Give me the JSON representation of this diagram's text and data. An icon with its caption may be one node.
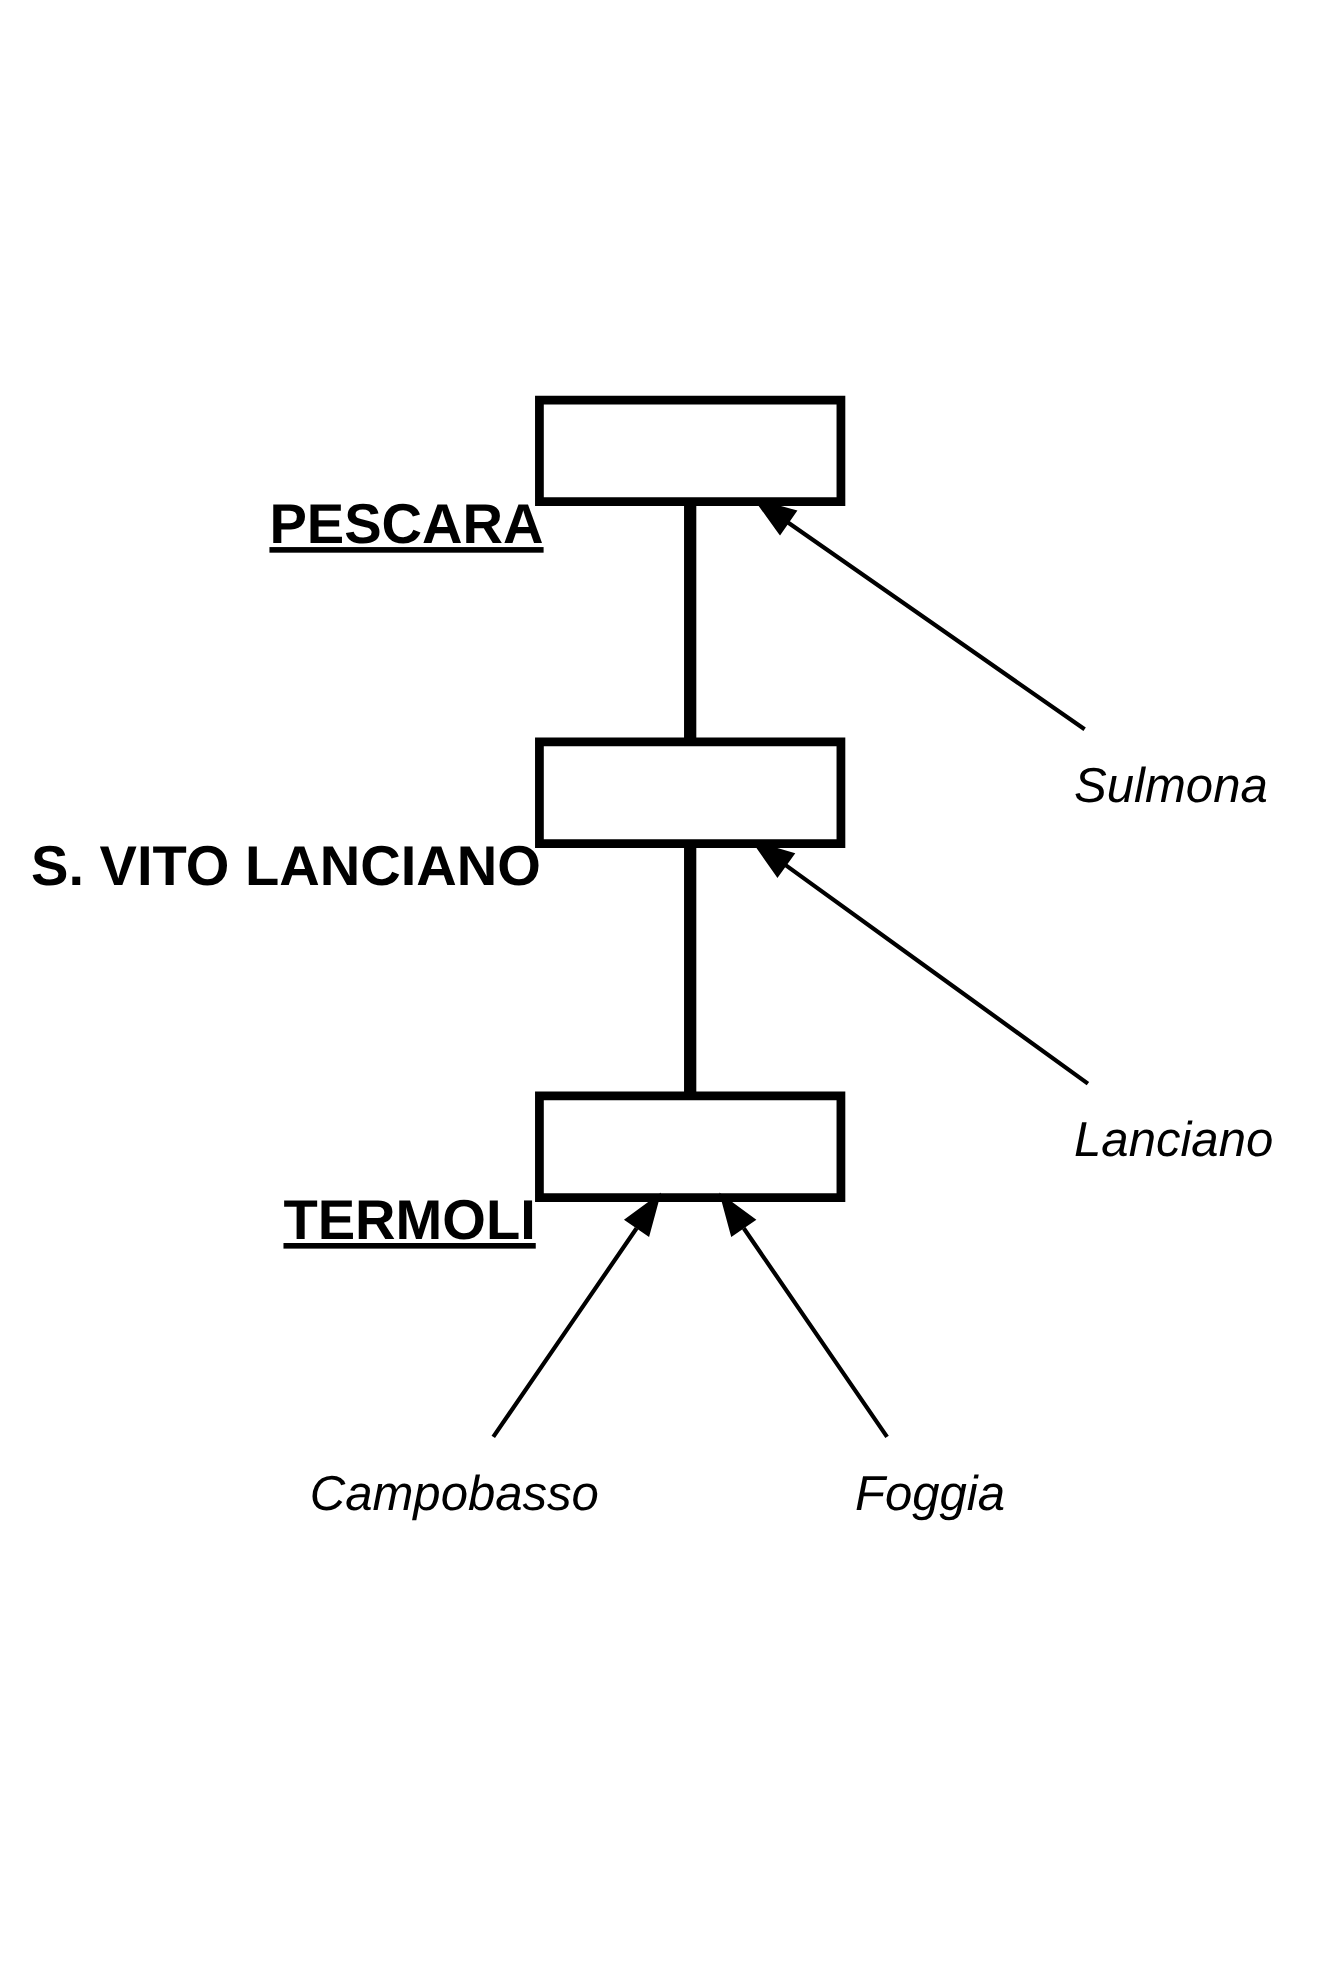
{
  "diagram": {
    "nodes": [
      {
        "text": [],
        "shape": "box",
        "beside": [
          "PESCARA"
        ]
      },
      {
        "text": [],
        "shape": "box",
        "beside": [
          "S. VITO LANCIANO"
        ]
      },
      {
        "text": [],
        "shape": "box",
        "beside": [
          "TERMOLI"
        ]
      },
      {
        "text": [
          "Sulmona"
        ]
      },
      {
        "text": [
          "Lanciano"
        ]
      },
      {
        "text": [
          "Campobasso"
        ]
      },
      {
        "text": [
          "Foggia"
        ]
      }
    ],
    "edges": [
      {
        "from": 2,
        "to": 1,
        "arrow": "none",
        "style": "thick"
      },
      {
        "from": 1,
        "to": 0,
        "arrow": "none",
        "style": "thick"
      },
      {
        "from": 3,
        "to": 0,
        "arrow": "to"
      },
      {
        "from": 4,
        "to": 1,
        "arrow": "to"
      },
      {
        "from": 5,
        "to": 2,
        "arrow": "to"
      },
      {
        "from": 6,
        "to": 2,
        "arrow": "to"
      }
    ]
  }
}
